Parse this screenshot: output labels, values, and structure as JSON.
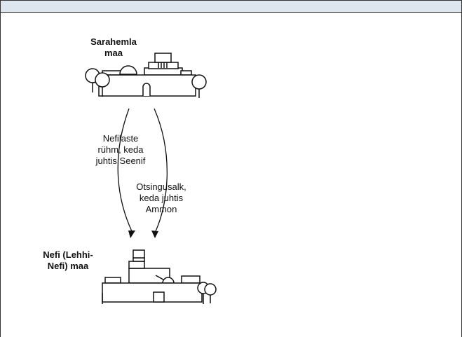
{
  "places": {
    "zarahemla": "Sarahemla\nmaa",
    "nephi": "Nefi (Lehhi-\nNefi) maa"
  },
  "routes": {
    "zeniff_group": "Nefilaste\nrühm, keda\njuhtis Seenif",
    "ammon_search": "Otsingusalk,\nkeda juhtis\nAmmon"
  }
}
